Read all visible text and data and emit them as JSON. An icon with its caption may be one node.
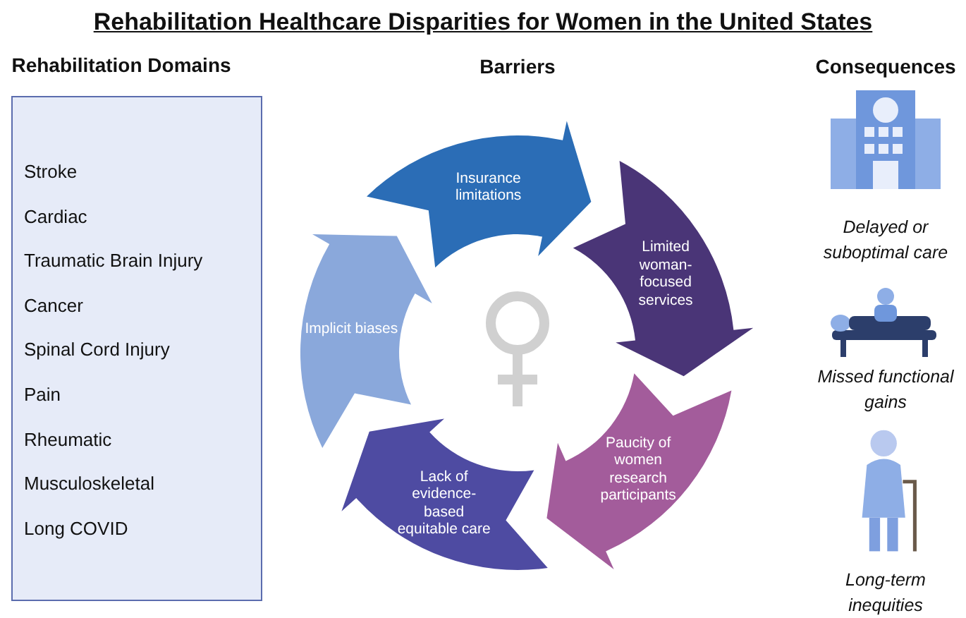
{
  "diagram": {
    "title": "Rehabilitation Healthcare Disparities for Women in the United States",
    "nodes": [
      {
        "text": [
          "Rehabilitation Domains",
          "Stroke",
          "Cardiac",
          "Traumatic Brain Injury",
          "Cancer",
          "Spinal Cord Injury",
          "Pain",
          "Rheumatic",
          "Musculoskeletal",
          "Long COVID"
        ]
      },
      {
        "text": [
          "Insurance limitations"
        ]
      },
      {
        "text": [
          "Limited woman-focused services"
        ]
      },
      {
        "text": [
          "Paucity of women research participants"
        ]
      },
      {
        "text": [
          "Lack of evidence-based equitable care"
        ]
      },
      {
        "text": [
          "Implicit biases"
        ]
      }
    ],
    "labels": [
      "Barriers",
      "Consequences",
      "Delayed or suboptimal care",
      "Missed functional gains",
      "Long-term inequities"
    ]
  }
}
